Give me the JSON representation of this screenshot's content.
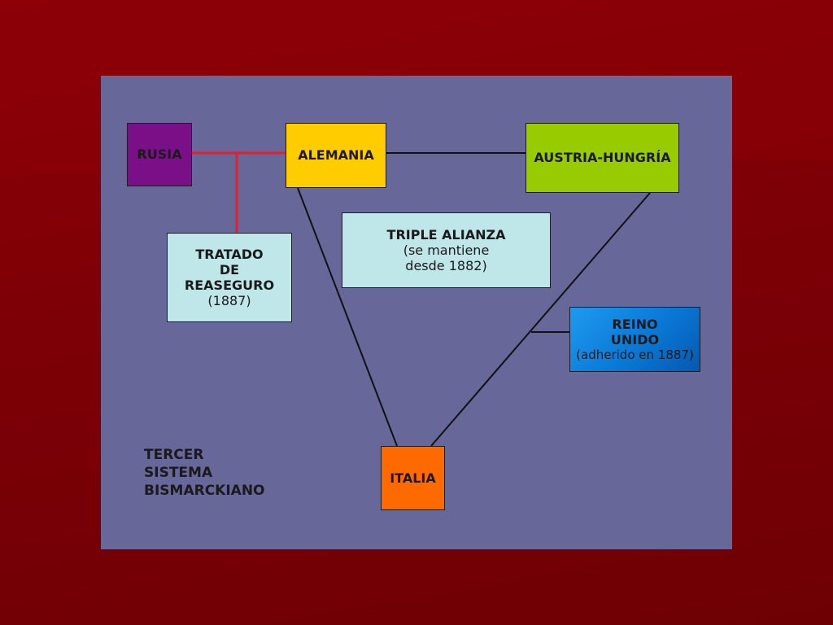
{
  "colors": {
    "background": "#7c0006",
    "panel": "#67679a",
    "rusia": "#7a0f88",
    "alemania": "#ffcc00",
    "austria_hungria": "#99cc00",
    "info_box": "#bfe6e8",
    "reino_unido": "#0a78d6",
    "italia": "#ff6a00",
    "connector_red": "#e0202a",
    "connector_black": "#111111"
  },
  "nodes": {
    "rusia": "RUSIA",
    "alemania": "ALEMANIA",
    "austria_hungria": "AUSTRIA-HUNGRÍA",
    "italia": "ITALIA"
  },
  "triple_alianza": {
    "title": "TRIPLE ALIANZA",
    "line1": "(se mantiene",
    "line2": "desde 1882)"
  },
  "tratado": {
    "line1": "TRATADO",
    "line2": "DE",
    "line3": "REASEGURO",
    "year": "(1887)"
  },
  "reino_unido": {
    "line1": "REINO",
    "line2": "UNIDO",
    "note": "(adherido en 1887)"
  },
  "sistema": {
    "line1": "TERCER",
    "line2": "SISTEMA",
    "line3": "BISMARCKIANO"
  }
}
